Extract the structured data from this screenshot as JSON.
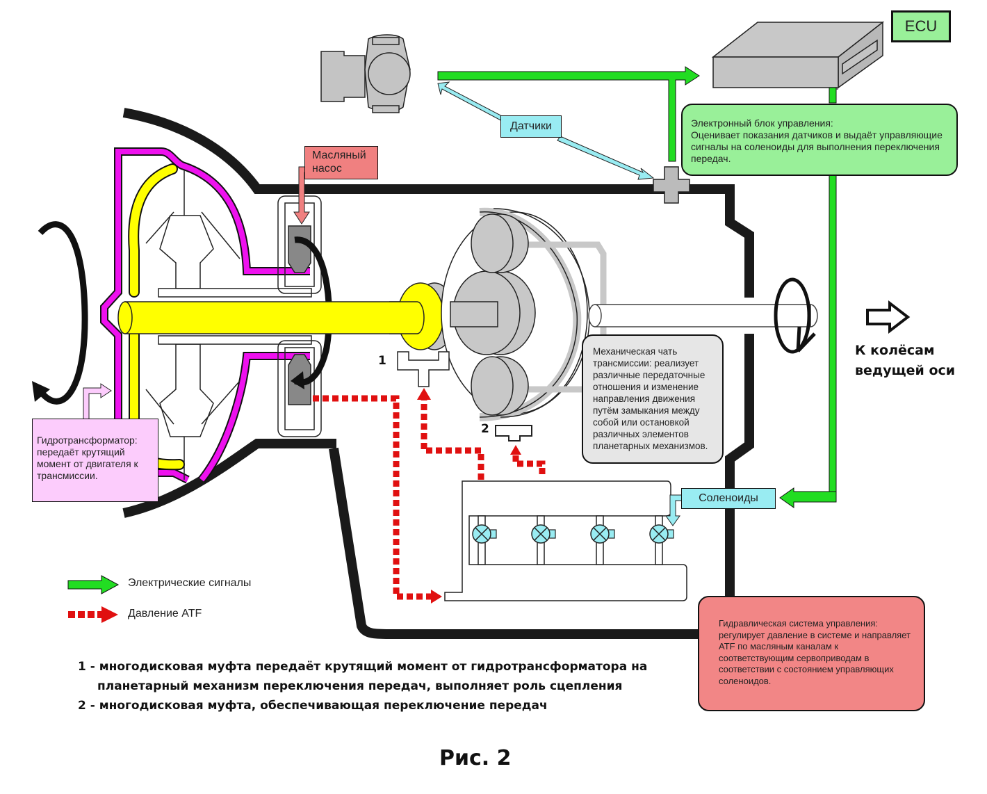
{
  "ecu": {
    "label": "ECU",
    "note_title": "Электронный блок управления:",
    "note_text": "Оценивает показания датчиков и выдаёт управляющие сигналы на соленоиды для выполнения переключения передач."
  },
  "sensors": {
    "label": "Датчики"
  },
  "oil_pump": {
    "label_line1": "Масляный",
    "label_line2": "насос"
  },
  "torque_converter": {
    "note": "Гидротрансформатор: передаёт крутящий момент от двигателя к трансмиссии."
  },
  "mechanical": {
    "note": "Механическая чать трансмиссии: реализует различные передаточные отношения и изменение направления движения путём замыкания между собой или остановкой различных элементов планетарных механизмов."
  },
  "hydraulic": {
    "note": "Гидравлическая система управления: регулирует давление в системе и направляет ATF по масляным каналам к соответствующим сервоприводам в соответствии с состоянием управляющих соленоидов."
  },
  "solenoids": {
    "label": "Соленоиды",
    "count": 4
  },
  "wheels": {
    "line1": "К колёсам",
    "line2": "ведущей оси"
  },
  "clutch_markers": {
    "one": "1",
    "two": "2"
  },
  "legend": {
    "electric": "Электрические сигналы",
    "atf": "Давление ATF"
  },
  "footnotes": {
    "item1_line1": "1 - многодисковая муфта передаёт крутящий момент от гидротрансформатора на",
    "item1_line2": "планетарный механизм переключения передач, выполняет роль сцепления",
    "item2": "2 - многодисковая муфта, обеспечивающая переключение передач"
  },
  "caption": "Рис. 2",
  "colors": {
    "electric_signal": "#22dd22",
    "atf_pressure": "#e01010",
    "ecu_note_bg": "#99f099",
    "sensor_label_bg": "#99ecf2",
    "pump_label_bg": "#f08080",
    "converter_note_bg": "#fcccfc",
    "mechanical_note_bg": "#e6e6e6",
    "hydraulic_note_bg": "#f28686",
    "turbine_yellow": "#ffff00",
    "impeller_magenta": "#ee11ee"
  }
}
